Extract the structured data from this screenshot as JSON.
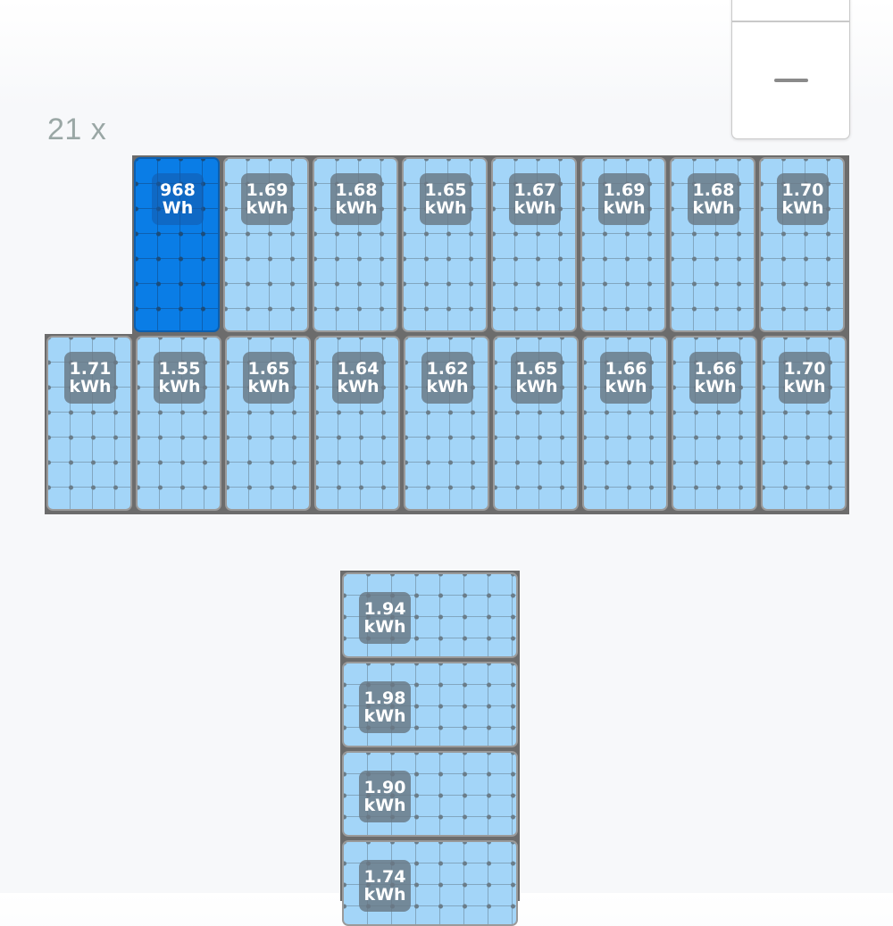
{
  "header": {
    "array_count": "21 x"
  },
  "zoom": {
    "zoom_out_label": "−"
  },
  "main_array": {
    "rows": [
      [
        {
          "value": "968",
          "unit": "Wh",
          "selected": true
        },
        {
          "value": "1.69",
          "unit": "kWh"
        },
        {
          "value": "1.68",
          "unit": "kWh"
        },
        {
          "value": "1.65",
          "unit": "kWh"
        },
        {
          "value": "1.67",
          "unit": "kWh"
        },
        {
          "value": "1.69",
          "unit": "kWh"
        },
        {
          "value": "1.68",
          "unit": "kWh"
        },
        {
          "value": "1.70",
          "unit": "kWh"
        }
      ],
      [
        {
          "value": "1.71",
          "unit": "kWh"
        },
        {
          "value": "1.55",
          "unit": "kWh"
        },
        {
          "value": "1.65",
          "unit": "kWh"
        },
        {
          "value": "1.64",
          "unit": "kWh"
        },
        {
          "value": "1.62",
          "unit": "kWh"
        },
        {
          "value": "1.65",
          "unit": "kWh"
        },
        {
          "value": "1.66",
          "unit": "kWh"
        },
        {
          "value": "1.66",
          "unit": "kWh"
        },
        {
          "value": "1.70",
          "unit": "kWh"
        }
      ]
    ]
  },
  "secondary_array": {
    "panels": [
      {
        "value": "1.94",
        "unit": "kWh"
      },
      {
        "value": "1.98",
        "unit": "kWh"
      },
      {
        "value": "1.90",
        "unit": "kWh"
      },
      {
        "value": "1.74",
        "unit": "kWh"
      }
    ]
  },
  "colors": {
    "panel": "#a3d5f8",
    "panel_selected": "#0a7de6",
    "frame": "#6c6c6c",
    "badge": "#69788a"
  }
}
